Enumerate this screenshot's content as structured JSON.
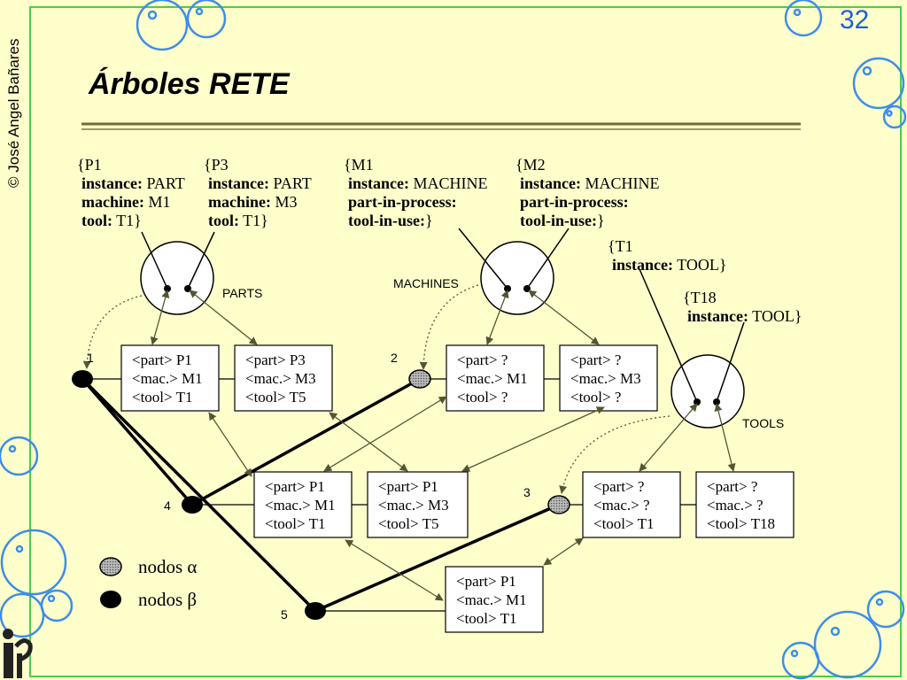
{
  "slide": {
    "title": "Árboles RETE",
    "page_number": "32",
    "author": "© José Angel Bañares"
  },
  "facts": [
    {
      "open": "{P1",
      "lines": [
        {
          "k": "instance:",
          "v": " PART"
        },
        {
          "k": "machine:",
          "v": " M1"
        },
        {
          "k": "tool:",
          "v": " T1}"
        }
      ]
    },
    {
      "open": "{P3",
      "lines": [
        {
          "k": "instance:",
          "v": " PART"
        },
        {
          "k": "machine:",
          "v": " M3"
        },
        {
          "k": "tool:",
          "v": " T1}"
        }
      ]
    },
    {
      "open": "{M1",
      "lines": [
        {
          "k": "instance:",
          "v": " MACHINE"
        },
        {
          "k": "part-in-process:",
          "v": ""
        },
        {
          "k": "tool-in-use:",
          "v": "}"
        }
      ]
    },
    {
      "open": "{M2",
      "lines": [
        {
          "k": "instance:",
          "v": " MACHINE"
        },
        {
          "k": "part-in-process:",
          "v": ""
        },
        {
          "k": "tool-in-use:",
          "v": "}"
        }
      ]
    },
    {
      "open": "{T1",
      "lines": [
        {
          "k": "instance:",
          "v": " TOOL}"
        }
      ]
    },
    {
      "open": "{T18",
      "lines": [
        {
          "k": "instance:",
          "v": " TOOL}"
        }
      ]
    }
  ],
  "memories": [
    "PARTS",
    "MACHINES",
    "TOOLS"
  ],
  "tokens": [
    [
      "<part> P1",
      "<mac.> M1",
      "<tool> T1"
    ],
    [
      "<part> P3",
      "<mac.> M3",
      "<tool> T5"
    ],
    [
      "<part> ?",
      "<mac.> M1",
      "<tool> ?"
    ],
    [
      "<part> ?",
      "<mac.> M3",
      "<tool> ?"
    ],
    [
      "<part> P1",
      "<mac.> M1",
      "<tool> T1"
    ],
    [
      "<part> P1",
      "<mac.> M3",
      "<tool> T5"
    ],
    [
      "<part> ?",
      "<mac.> ?",
      "<tool> T1"
    ],
    [
      "<part> ?",
      "<mac.> ?",
      "<tool> T18"
    ],
    [
      "<part> P1",
      "<mac.> M1",
      "<tool> T1"
    ]
  ],
  "node_numbers": [
    "1",
    "2",
    "3",
    "4",
    "5"
  ],
  "legend": {
    "alpha": "nodos α",
    "beta": "nodos β"
  },
  "colors": {
    "background": "#ffffcc",
    "frame": "#4ccc4c",
    "bubble": "#3d8de8",
    "arrow": "#555533",
    "page_number": "#1d5fd8"
  }
}
